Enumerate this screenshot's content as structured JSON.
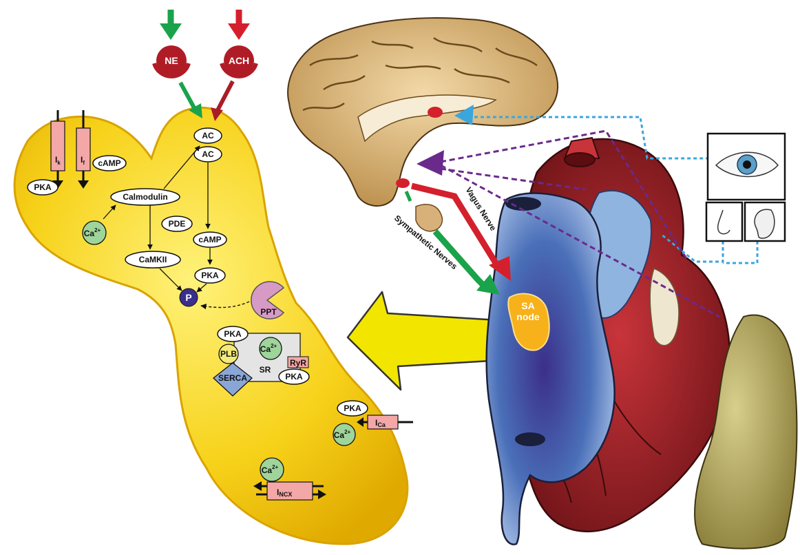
{
  "inputs": {
    "ne": "NE",
    "ach": "ACH"
  },
  "cell": {
    "ac_top": "AC",
    "ac_bottom": "AC",
    "camp_center": "cAMP",
    "camp_left": "cAMP",
    "pka_center": "PKA",
    "pka_left": "PKA",
    "pka_sr": "PKA",
    "pka_ryr": "PKA",
    "pka_ica": "PKA",
    "calmodulin": "Calmodulin",
    "camkii": "CaMKII",
    "pde": "PDE",
    "p": "P",
    "ppt": "PPT",
    "plb": "PLB",
    "serca": "SERCA",
    "sr": "SR",
    "ryr": "RyR",
    "ca": "Ca",
    "ca_sup": "2+",
    "ik_main": "I",
    "ik_sub": "k",
    "if_main": "I",
    "if_sub": "f",
    "ica_main": "I",
    "ica_sub": "Ca",
    "incx_main": "I",
    "incx_sub": "NCX"
  },
  "anatomy": {
    "vagus": "Vagus Nerve",
    "sympathetic": "Sympathetic Nerves",
    "sa_line1": "SA",
    "sa_line2": "node"
  },
  "colors": {
    "cell_fill": "#f7d21a",
    "sympathetic": "#1aa34a",
    "parasympathetic": "#d4202c",
    "vein": "#4a6fb8",
    "artery": "#c8343a",
    "sensory_link": "#3aa6dc",
    "brain_link": "#6a2a8c"
  }
}
